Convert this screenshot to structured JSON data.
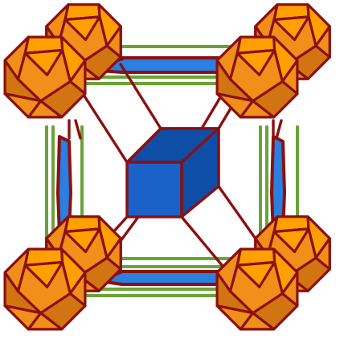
{
  "diagram": {
    "kind": "polyhedral framework unit cell",
    "colors": {
      "background": "#ffffff",
      "polyhedron_light": "#ffa000",
      "polyhedron_mid": "#f08f1a",
      "polyhedron_dark": "#d27412",
      "polyhedron_edge": "#8b1010",
      "cube_face_front": "#1a62c8",
      "cube_face_side": "#0f4ea6",
      "bridge_blue": "#2a7fe0",
      "green_rod": "#6aa337",
      "strut": "#8b1010"
    },
    "nodes": [
      {
        "name": "node-back-top-left"
      },
      {
        "name": "node-back-top-right"
      },
      {
        "name": "node-back-bottom-left"
      },
      {
        "name": "node-back-bottom-right"
      },
      {
        "name": "node-front-top-left"
      },
      {
        "name": "node-front-top-right"
      },
      {
        "name": "node-front-bottom-left"
      },
      {
        "name": "node-front-bottom-right"
      }
    ]
  }
}
